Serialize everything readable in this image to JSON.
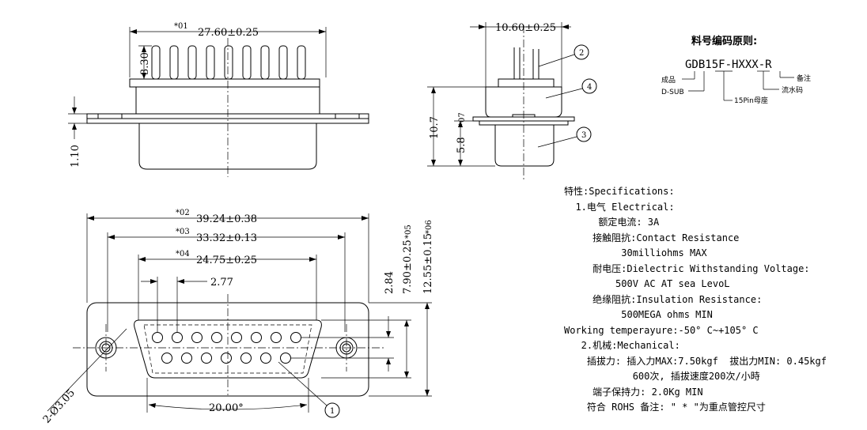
{
  "dimensions": {
    "top_width": "27.60±0.25",
    "pin_height": "3.30",
    "flange_thickness": "1.10",
    "side_width": "10.60±0.25",
    "side_height": "10.7",
    "side_lower": "5.8",
    "mount_holes": "39.24±0.38",
    "shell_width": "33.32±0.13",
    "pin_span": "24.75±0.25",
    "pin_pitch": "2.77",
    "row_spacing": "2.84",
    "dim_7_90": "7.90±0.25",
    "dim_12_55": "12.55±0.15",
    "hole_dia": "2-Ø3.05",
    "angle": "20.00°"
  },
  "markers": {
    "m01": "*01",
    "m02": "*02",
    "m03": "*03",
    "m04": "*04",
    "m05": "*05",
    "m06": "*06",
    "m07": "*07"
  },
  "balloons": [
    "1",
    "2",
    "3",
    "4"
  ],
  "legend": {
    "title": "料号编码原则:",
    "code": "GDB15F-HXXX-R",
    "finished": "成品",
    "dsub": "D-SUB",
    "socket": "15Pin母座",
    "serial": "流水码",
    "note": "备注"
  },
  "specs": [
    "特性:Specifications:",
    "  1.电气 Electrical:",
    "      额定电流: 3A",
    "     接触阻抗:Contact Resistance",
    "          30milliohms MAX",
    "     耐电压:Dielectric Withstanding Voltage:",
    "         500V AC AT sea LevoL",
    "     绝缘阻抗:Insulation Resistance:",
    "          500MEGA ohms MIN",
    "Working temperayure:-50° C~+105° C",
    "   2.机械:Mechanical:",
    "    插拔力: 插入力MAX:7.50kgf  拔出力MIN: 0.45kgf",
    "            600次, 插拔速度200次/小時",
    "     端子保持力: 2.0Kg MIN",
    "    符合 ROHS 备注: \" * \"为重点管控尺寸"
  ]
}
